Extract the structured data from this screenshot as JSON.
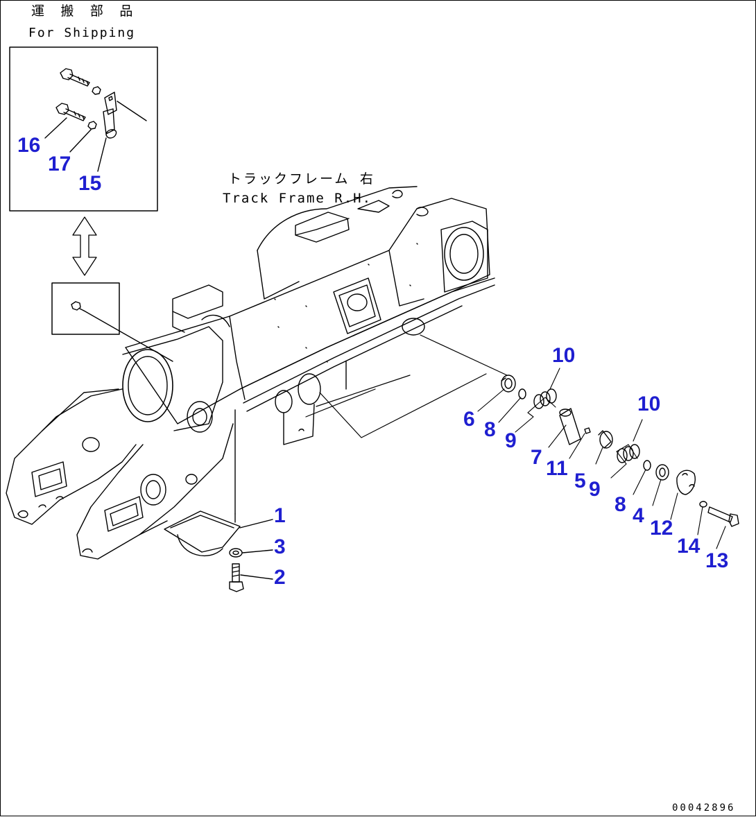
{
  "labels": {
    "shipping_jp": "運 搬 部 品",
    "shipping_en": "For Shipping",
    "frame_jp": "トラックフレーム 右",
    "frame_en": "Track Frame R.H.",
    "drawing_no": "00042896"
  },
  "callouts": {
    "n16": "16",
    "n17": "17",
    "n15": "15",
    "n1": "1",
    "n3": "3",
    "n2": "2",
    "n10a": "10",
    "n6": "6",
    "n8a": "8",
    "n9a": "9",
    "n7": "7",
    "n11": "11",
    "n10b": "10",
    "n5": "5",
    "n9b": "9",
    "n8b": "8",
    "n4": "4",
    "n12": "12",
    "n14": "14",
    "n13": "13"
  },
  "colors": {
    "callout": "#1f1fd0",
    "line": "#000000"
  }
}
